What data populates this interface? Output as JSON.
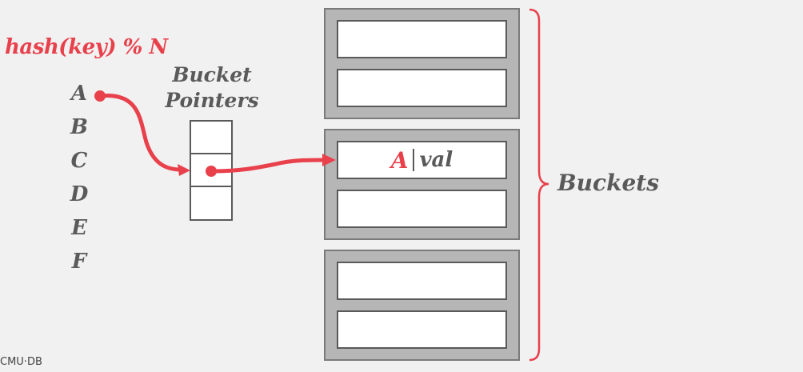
{
  "hash_function": "hash(key) % N",
  "keys": [
    "A",
    "B",
    "C",
    "D",
    "E",
    "F"
  ],
  "bucket_pointers": {
    "title_line1": "Bucket",
    "title_line2": "Pointers"
  },
  "buckets": [
    {
      "slots": [
        {
          "key": "",
          "val": ""
        },
        {
          "key": "",
          "val": ""
        }
      ]
    },
    {
      "slots": [
        {
          "key": "A",
          "val": "val"
        },
        {
          "key": "",
          "val": ""
        }
      ]
    },
    {
      "slots": [
        {
          "key": "",
          "val": ""
        },
        {
          "key": "",
          "val": ""
        }
      ]
    }
  ],
  "buckets_label": "Buckets",
  "footer": "CMU·DB",
  "colors": {
    "accent": "#e8414c",
    "text": "#5a5a5a",
    "bucket_fill": "#b6b6b6",
    "background": "#f1f1f1"
  }
}
